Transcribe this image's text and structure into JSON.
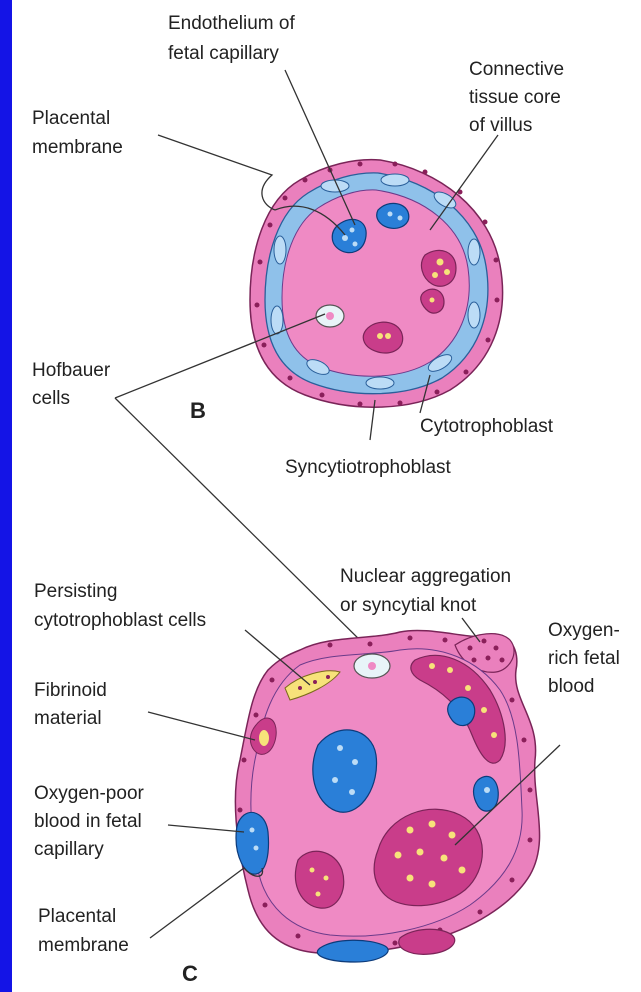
{
  "colors": {
    "frame": "#1414e6",
    "background": "#ffffff",
    "syncytio": "#ea80bd",
    "core": "#ef8ac4",
    "cytotrophoblast": "#8fc1ea",
    "fetal_capillary_blue": "#2a7fd8",
    "oxygen_rich_red": "#c93d8a",
    "nucleus_yellow": "#f7e27a",
    "dark_nucleus": "#8a1f5a"
  },
  "panel_b": {
    "letter": "B",
    "labels": {
      "endothelium": [
        "Endothelium of",
        "fetal capillary"
      ],
      "connective": [
        "Connective",
        "tissue core",
        "of villus"
      ],
      "placental_membrane": [
        "Placental",
        "membrane"
      ],
      "hofbauer": [
        "Hofbauer",
        "cells"
      ],
      "cytotrophoblast": [
        "Cytotrophoblast"
      ],
      "syncytiotrophoblast": [
        "Syncytiotrophoblast"
      ]
    }
  },
  "panel_c": {
    "letter": "C",
    "labels": {
      "persisting": [
        "Persisting",
        "cytotrophoblast cells"
      ],
      "nuclear": [
        "Nuclear aggregation",
        "or syncytial knot"
      ],
      "fibrinoid": [
        "Fibrinoid",
        "material"
      ],
      "oxygen_rich": [
        "Oxygen-",
        "rich fetal",
        "blood"
      ],
      "oxygen_poor": [
        "Oxygen-poor",
        "blood in fetal",
        "capillary"
      ],
      "placental_membrane": [
        "Placental",
        "membrane"
      ]
    }
  }
}
